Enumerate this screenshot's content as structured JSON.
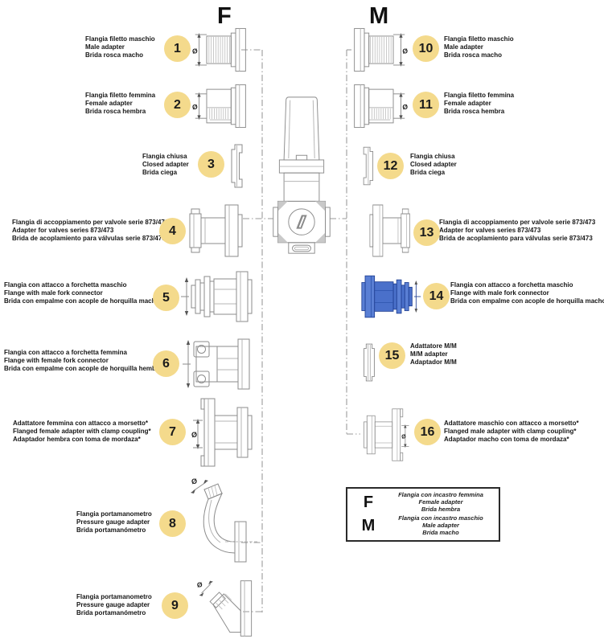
{
  "headers": {
    "f": "F",
    "m": "M"
  },
  "diameter_symbol": "Ø",
  "colors": {
    "badge": "#f4da8c",
    "highlight_blue": "#4a70ca",
    "line_art": "#8b8b8b"
  },
  "items_left": [
    {
      "num": "1",
      "lines": [
        "Flangia filetto maschio",
        "Male adapter",
        "Brida rosca macho"
      ]
    },
    {
      "num": "2",
      "lines": [
        "Flangia filetto femmina",
        "Female adapter",
        "Brida rosca hembra"
      ]
    },
    {
      "num": "3",
      "lines": [
        "Flangia chiusa",
        "Closed adapter",
        "Brida ciega"
      ]
    },
    {
      "num": "4",
      "lines": [
        "Flangia di accoppiamento per valvole serie 873/473",
        "Adapter for valves series 873/473",
        "Brida de acoplamiento para válvulas serie 873/473"
      ]
    },
    {
      "num": "5",
      "lines": [
        "Flangia con attacco a forchetta maschio",
        "Flange with male fork connector",
        "Brida con empalme con acople de horquilla macho"
      ]
    },
    {
      "num": "6",
      "lines": [
        "Flangia con attacco a forchetta femmina",
        "Flange with female fork connector",
        "Brida con empalme con acople de horquilla hembra"
      ]
    },
    {
      "num": "7",
      "lines": [
        "Adattatore femmina con attacco a morsetto*",
        "Flanged female adapter with clamp coupling*",
        "Adaptador hembra con toma de mordaza*"
      ]
    },
    {
      "num": "8",
      "lines": [
        "Flangia portamanometro",
        "Pressure gauge adapter",
        "Brida portamanómetro"
      ]
    },
    {
      "num": "9",
      "lines": [
        "Flangia portamanometro",
        "Pressure gauge adapter",
        "Brida portamanómetro"
      ]
    }
  ],
  "items_right": [
    {
      "num": "10",
      "lines": [
        "Flangia filetto maschio",
        "Male adapter",
        "Brida rosca macho"
      ]
    },
    {
      "num": "11",
      "lines": [
        "Flangia filetto femmina",
        "Female adapter",
        "Brida rosca hembra"
      ]
    },
    {
      "num": "12",
      "lines": [
        "Flangia chiusa",
        "Closed adapter",
        "Brida ciega"
      ]
    },
    {
      "num": "13",
      "lines": [
        "Flangia di accoppiamento per valvole serie 873/473",
        "Adapter for valves series 873/473",
        "Brida de acoplamiento para válvulas serie 873/473"
      ]
    },
    {
      "num": "14",
      "lines": [
        "Flangia con attacco a forchetta maschio",
        "Flange with male fork connector",
        "Brida con empalme con acople de horquilla macho"
      ]
    },
    {
      "num": "15",
      "lines": [
        "Adattatore M/M",
        "M/M adapter",
        "Adaptador M/M"
      ]
    },
    {
      "num": "16",
      "lines": [
        "Adattatore maschio con attacco a morsetto*",
        "Flanged male adapter with clamp coupling*",
        "Adaptador macho con toma de mordaza*"
      ]
    }
  ],
  "legend": {
    "f_key": "F",
    "f_lines": [
      "Flangia con incastro femmina",
      "Female adapter",
      "Brida hembra"
    ],
    "m_key": "M",
    "m_lines": [
      "Flangia con incastro maschio",
      "Male adapter",
      "Brida macho"
    ]
  }
}
